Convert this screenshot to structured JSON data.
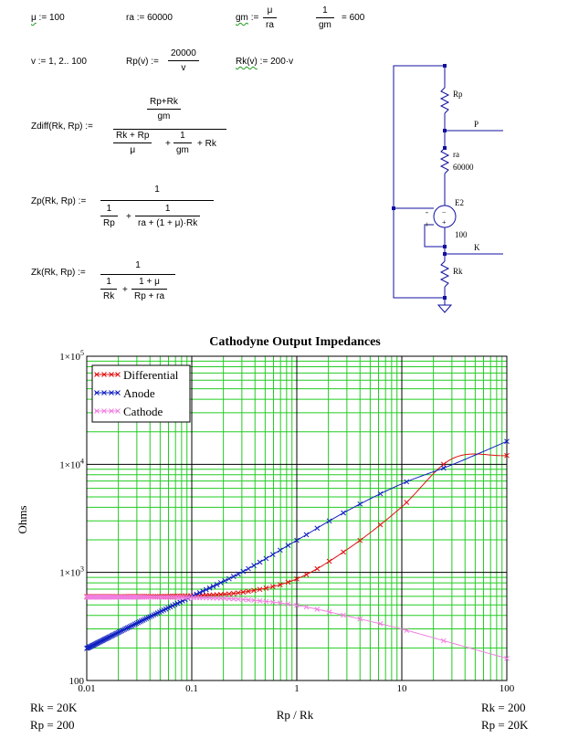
{
  "equations": {
    "mu": {
      "lhs": "μ",
      "op": ":=",
      "rhs": "100"
    },
    "ra": {
      "lhs": "ra",
      "op": ":=",
      "rhs": "60000"
    },
    "gm": {
      "lhs": "gm",
      "op": ":=",
      "num": "μ",
      "den": "ra"
    },
    "inv_gm": {
      "num": "1",
      "den": "gm",
      "rhs": "= 600"
    },
    "v": {
      "text": "v := 1, 2.. 100"
    },
    "Rp": {
      "lhs": "Rp(v)",
      "op": ":=",
      "num": "20000",
      "den": "v"
    },
    "Rk": {
      "lhs": "Rk(v)",
      "rhs": ":= 200·v"
    },
    "zdiff": {
      "lhs": "Zdiff(Rk, Rp) :=",
      "top_num": "Rp+Rk",
      "top_den": "gm",
      "b1_num": "Rk + Rp",
      "b1_den": "μ",
      "plus": "+",
      "b2_num": "1",
      "b2_den": "gm",
      "tail": "+ Rk"
    },
    "zp": {
      "lhs": "Zp(Rk, Rp) :=",
      "num": "1",
      "a_num": "1",
      "a_den": "Rp",
      "plus": "+",
      "b_num": "1",
      "b_den": "ra + (1 + μ)·Rk"
    },
    "zk": {
      "lhs": "Zk(Rk, Rp) :=",
      "num": "1",
      "a_num": "1",
      "a_den": "Rk",
      "plus": "+",
      "b_num": "1 + μ",
      "b_den": "Rp + ra"
    }
  },
  "schematic": {
    "rp_label": "Rp",
    "p_label": "P",
    "ra_label": "ra",
    "ra_value": "60000",
    "e2_label": "E2",
    "gain_value": "100",
    "k_label": "K",
    "rk_label": "Rk",
    "minus_sign": "-",
    "plus_sign": "+",
    "src_minus": "−",
    "src_plus": "+"
  },
  "chart_data": {
    "type": "line",
    "title": "Cathodyne Output Impedances",
    "xlabel": "Rp / Rk",
    "ylabel": "Ohms",
    "x_scale": "log",
    "y_scale": "log",
    "xlim": [
      0.01,
      100
    ],
    "ylim": [
      100,
      100000
    ],
    "grid": true,
    "legend_position": "top-left",
    "x_ticks": [
      "0.01",
      "0.1",
      "1",
      "10",
      "100"
    ],
    "y_ticks": [
      {
        "base": "100",
        "exp": ""
      },
      {
        "base": "1×10",
        "exp": "3"
      },
      {
        "base": "1×10",
        "exp": "4"
      },
      {
        "base": "1×10",
        "exp": "5"
      }
    ],
    "series": [
      {
        "name": "Differential",
        "color": "#e01010",
        "points": [
          [
            0.01,
            597
          ],
          [
            0.03,
            598
          ],
          [
            0.1,
            609
          ],
          [
            0.3,
            654
          ],
          [
            1,
            870
          ],
          [
            3,
            1624
          ],
          [
            10,
            4043
          ],
          [
            30,
            11232
          ],
          [
            100,
            12060
          ]
        ]
      },
      {
        "name": "Anode",
        "color": "#1020c0",
        "points": [
          [
            0.01,
            198
          ],
          [
            0.03,
            339
          ],
          [
            0.1,
            599
          ],
          [
            0.3,
            1005
          ],
          [
            1,
            1980
          ],
          [
            3,
            3700
          ],
          [
            10,
            6600
          ],
          [
            30,
            9900
          ],
          [
            100,
            16300
          ]
        ]
      },
      {
        "name": "Cathode",
        "color": "#f080e0",
        "points": [
          [
            0.01,
            590
          ],
          [
            0.03,
            590
          ],
          [
            0.1,
            585
          ],
          [
            0.3,
            563
          ],
          [
            1,
            496
          ],
          [
            3,
            395
          ],
          [
            10,
            299
          ],
          [
            30,
            222
          ],
          [
            100,
            160
          ]
        ]
      }
    ],
    "corner_left": {
      "line1": "Rk = 20K",
      "line2": "Rp = 200"
    },
    "corner_right": {
      "line1": "Rk = 200",
      "line2": "Rp = 20K"
    }
  }
}
